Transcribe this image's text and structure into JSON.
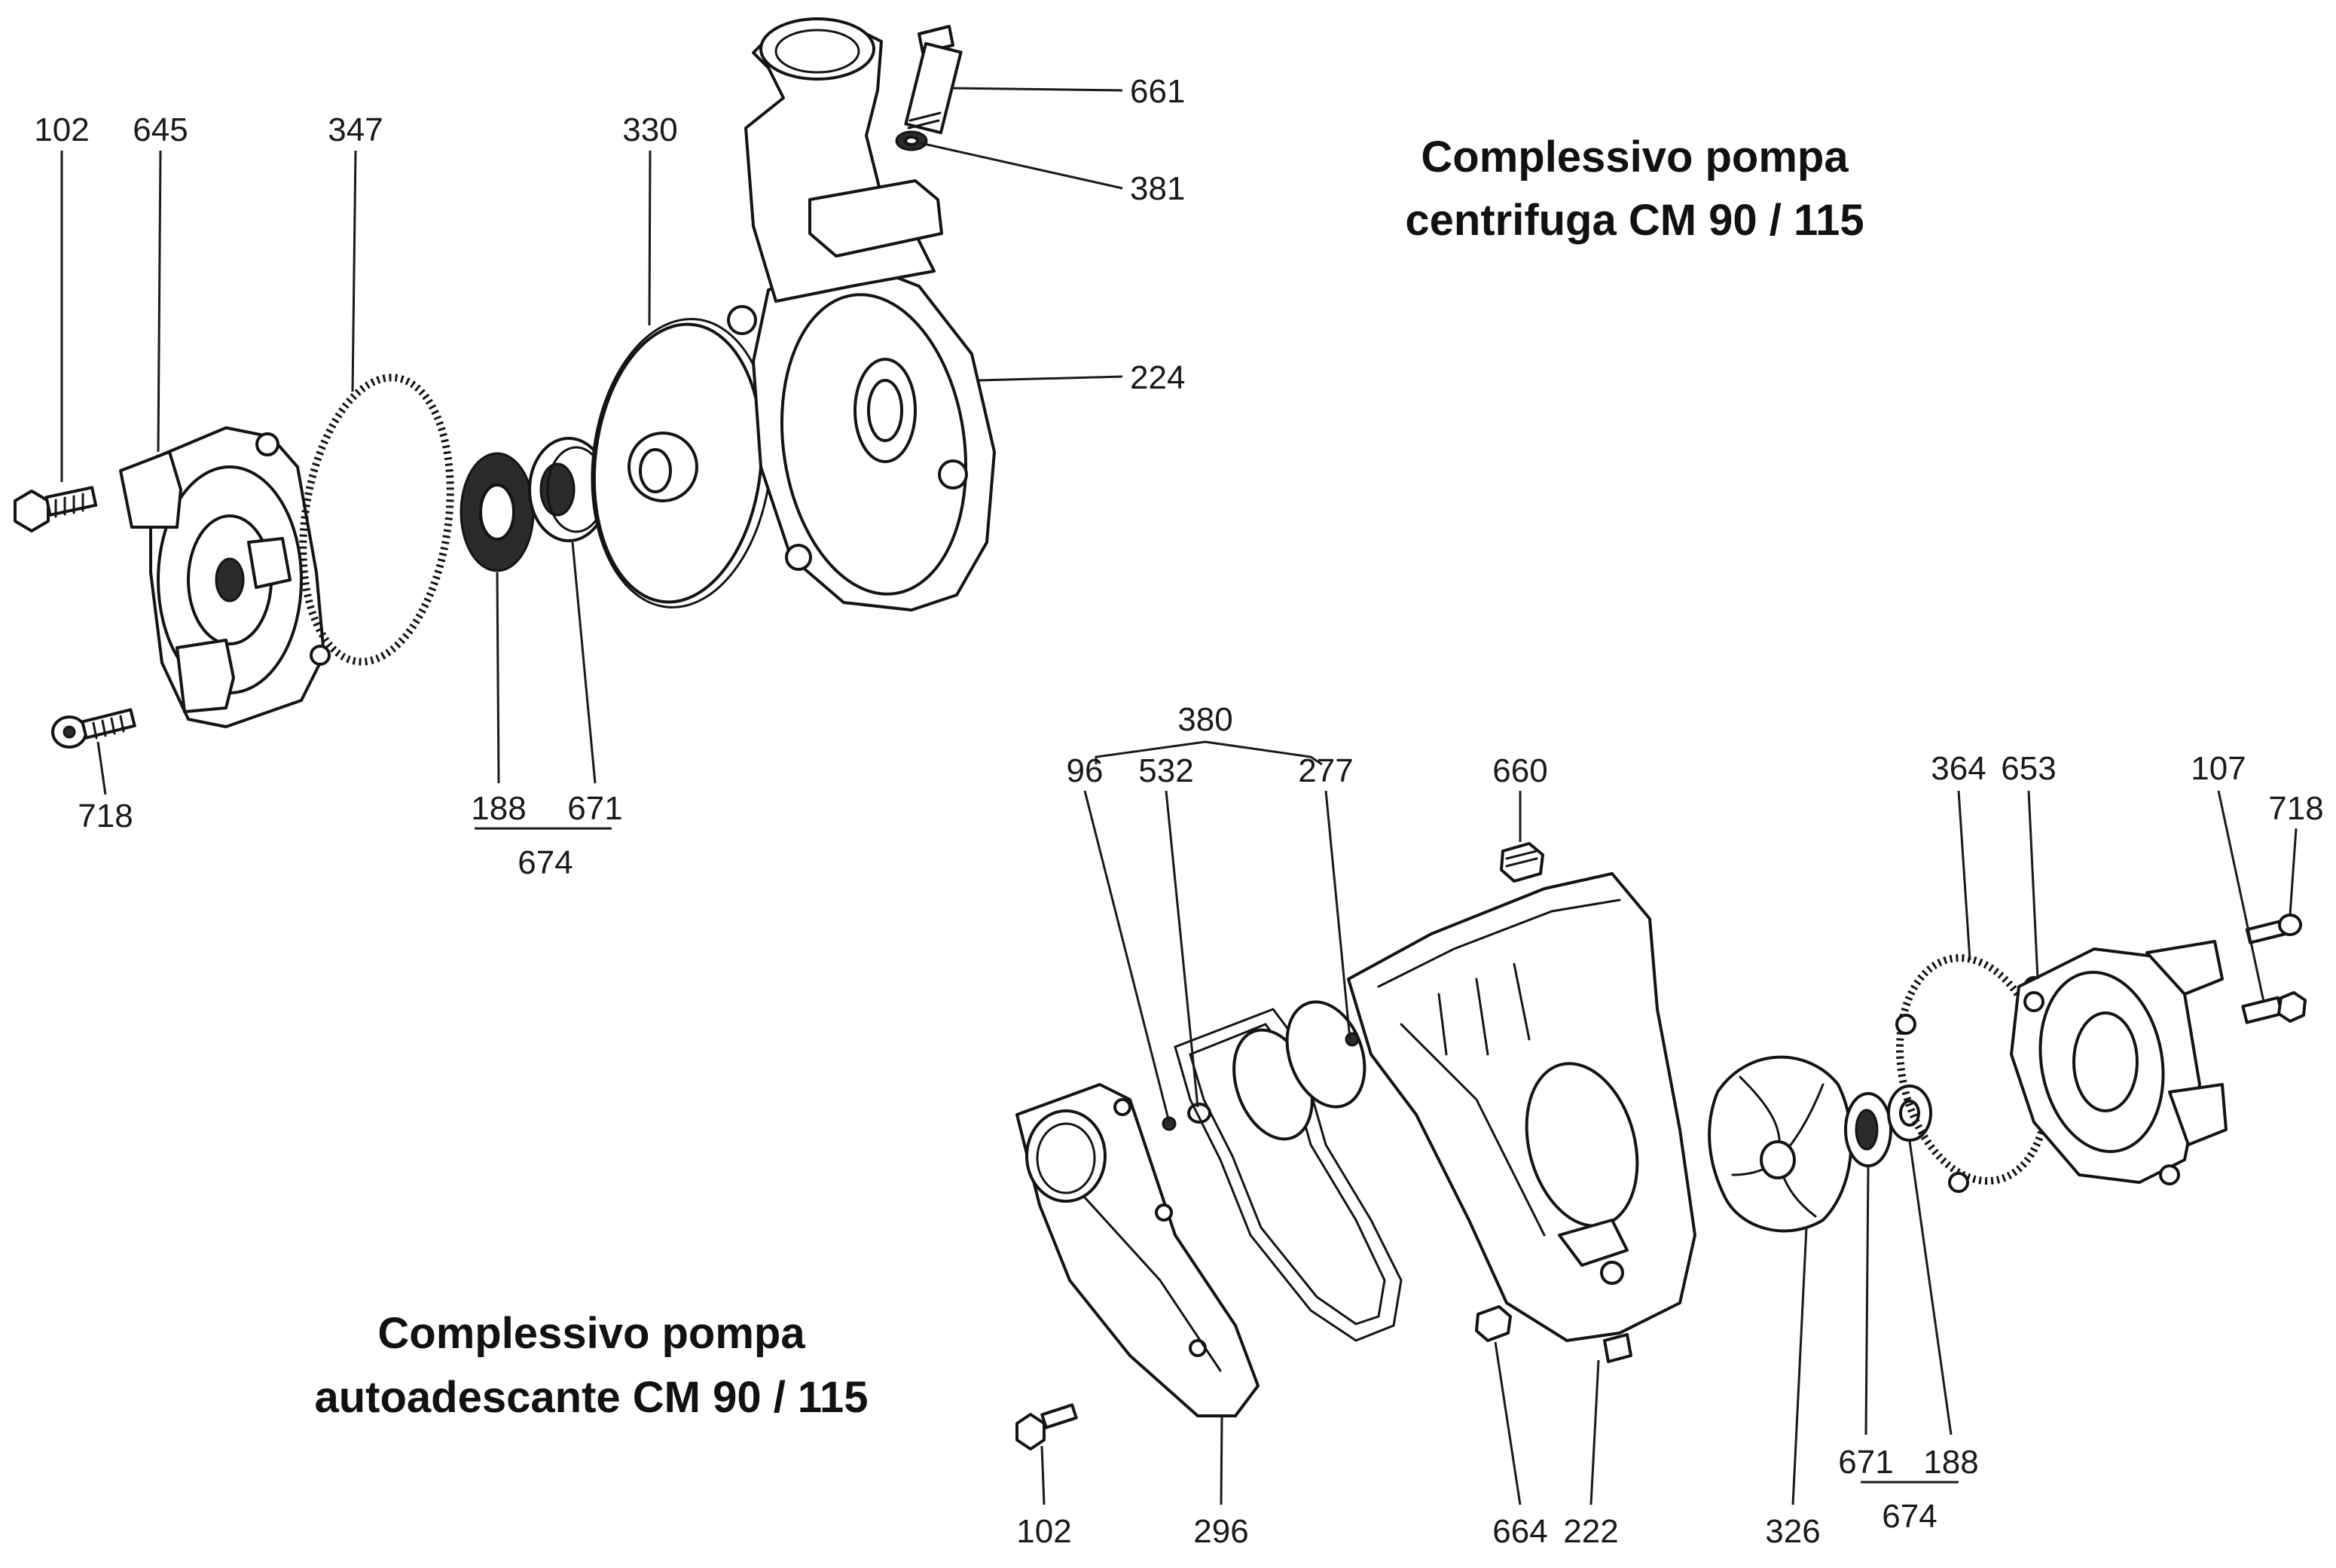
{
  "titles": {
    "centrifuga_line1": "Complessivo pompa",
    "centrifuga_line2": "centrifuga CM  90 / 115",
    "autoadescante_line1": "Complessivo pompa",
    "autoadescante_line2": "autoadescante CM  90 / 115"
  },
  "top_assembly": {
    "labels": {
      "p102": "102",
      "p645": "645",
      "p347": "347",
      "p330": "330",
      "p661": "661",
      "p381": "381",
      "p224": "224",
      "p718": "718",
      "p188": "188",
      "p671": "671",
      "p674": "674"
    }
  },
  "bottom_assembly": {
    "labels": {
      "p380": "380",
      "p96": "96",
      "p532": "532",
      "p277": "277",
      "p660": "660",
      "p364": "364",
      "p653": "653",
      "p107": "107",
      "p718": "718",
      "p102": "102",
      "p296": "296",
      "p664": "664",
      "p222": "222",
      "p326": "326",
      "p671": "671",
      "p188": "188",
      "p674": "674"
    }
  }
}
